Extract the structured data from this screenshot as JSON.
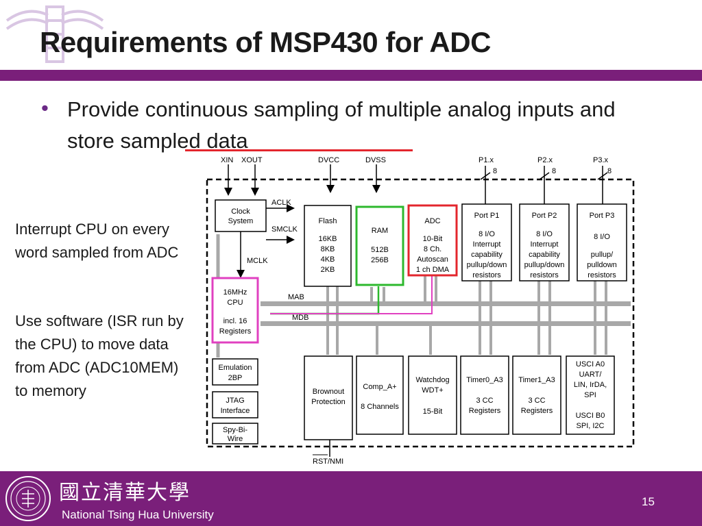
{
  "slide": {
    "title": "Requirements of MSP430 for ADC",
    "bullet_marker": "•",
    "bullet_text": "Provide continuous sampling of multiple analog inputs and store sampled data",
    "side_note_1": "Interrupt CPU on every word sampled from ADC",
    "side_note_2": "Use software (ISR run by the CPU) to move data from ADC (ADC10MEM) to memory",
    "page_number": "15"
  },
  "footer": {
    "university_cn": "國立清華大學",
    "university_en": "National Tsing Hua University"
  },
  "diagram": {
    "pins": {
      "xin": "XIN",
      "xout": "XOUT",
      "dvcc": "DVCC",
      "dvss": "DVSS",
      "p1": "P1.x",
      "p2": "P2.x",
      "p3": "P3.x",
      "pin_count": "8",
      "rst": "RST/NMI"
    },
    "signals": {
      "aclk": "ACLK",
      "smclk": "SMCLK",
      "mclk": "MCLK",
      "mab": "MAB",
      "mdb": "MDB"
    },
    "blocks": {
      "clock": [
        "Clock",
        "System"
      ],
      "flash": [
        "Flash",
        "16KB",
        "8KB",
        "4KB",
        "2KB"
      ],
      "ram": [
        "RAM",
        "512B",
        "256B"
      ],
      "adc": [
        "ADC",
        "10-Bit",
        "8 Ch.",
        "Autoscan",
        "1 ch DMA"
      ],
      "port_p1": [
        "Port P1",
        "8 I/O",
        "Interrupt",
        "capability",
        "pullup/down",
        "resistors"
      ],
      "port_p2": [
        "Port P2",
        "8 I/O",
        "Interrupt",
        "capability",
        "pullup/down",
        "resistors"
      ],
      "port_p3": [
        "Port P3",
        "8 I/O",
        "pullup/",
        "pulldown",
        "resistors"
      ],
      "cpu": [
        "16MHz",
        "CPU",
        "incl. 16",
        "Registers"
      ],
      "emulation": [
        "Emulation",
        "2BP"
      ],
      "jtag": [
        "JTAG",
        "Interface"
      ],
      "spy_bi_wire": [
        "Spy-Bi-",
        "Wire"
      ],
      "brownout": [
        "Brownout",
        "Protection"
      ],
      "comp_a": [
        "Comp_A+",
        "8 Channels"
      ],
      "watchdog": [
        "Watchdog",
        "WDT+",
        "15-Bit"
      ],
      "timer0": [
        "Timer0_A3",
        "3 CC",
        "Registers"
      ],
      "timer1": [
        "Timer1_A3",
        "3 CC",
        "Registers"
      ],
      "usci": [
        "USCI A0",
        "UART/",
        "LIN, IrDA,",
        "SPI",
        "USCI B0",
        "SPI, I2C"
      ]
    },
    "colors": {
      "accent_purple": "#7a1f7a",
      "highlight_ram": "#2db82d",
      "highlight_adc": "#e3262d",
      "highlight_cpu": "#e040c0",
      "bus_gray": "#a8a8a8"
    }
  }
}
